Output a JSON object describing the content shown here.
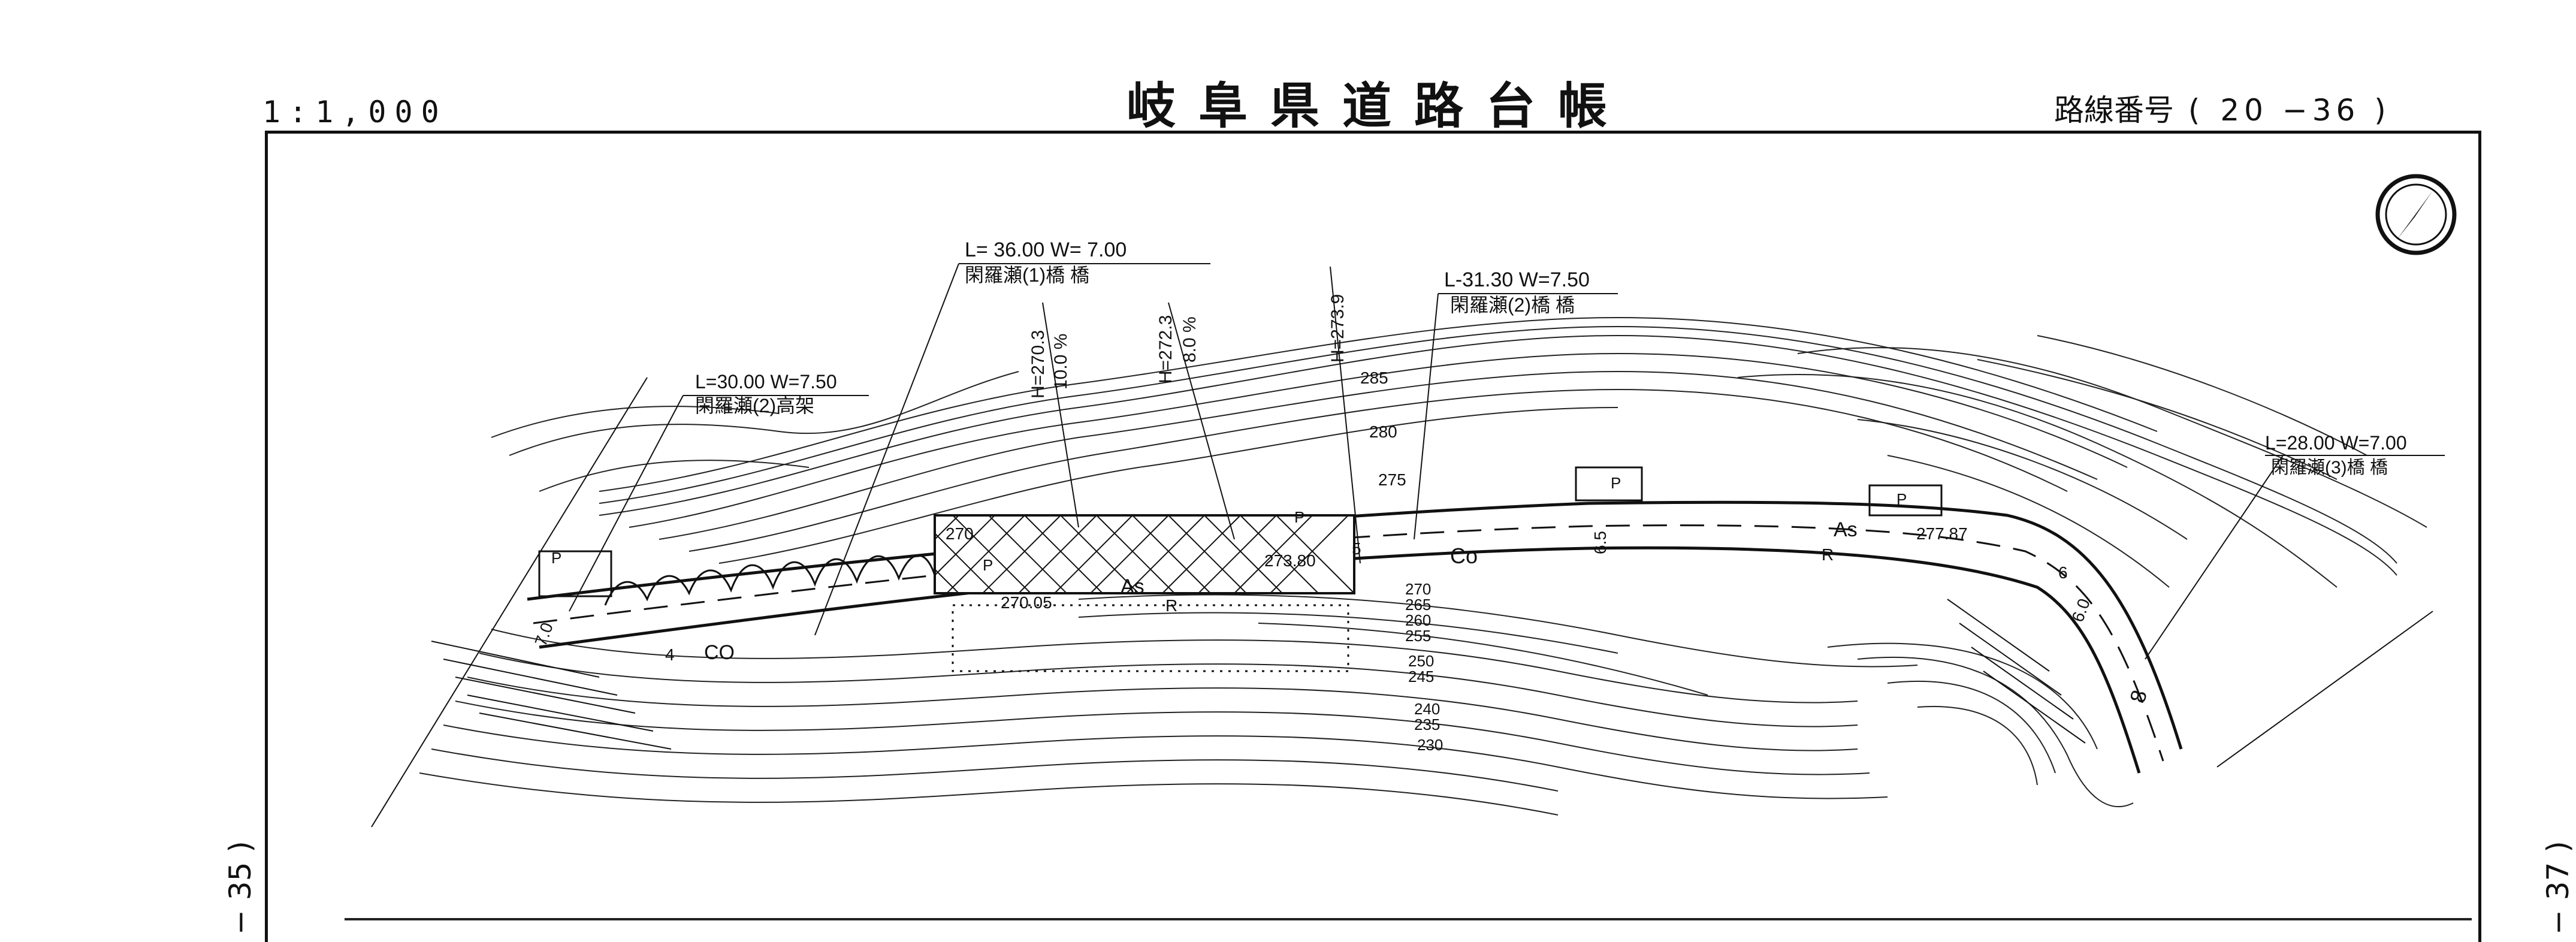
{
  "header": {
    "title": "岐阜県道路台帳",
    "scale": "1:1,000",
    "route_label": "路線番号",
    "route_paren_open": "(",
    "route_number": "20 −36",
    "route_paren_close": ")"
  },
  "page_refs": {
    "left": "− 35 )",
    "right": "− 37 )"
  },
  "map_labels": {
    "bridge_1_dims": "L= 36.00  W= 7.00",
    "bridge_1_name": "閑羅瀬(1)橋 橋",
    "elevated_dims": "L=30.00  W=7.50",
    "elevated_name": "閑羅瀬(2)高架",
    "bridge_2_dims": "L-31.30  W=7.50",
    "bridge_2_name": "閑羅瀬(2)橋 橋",
    "bridge_3_dims": "L=28.00  W=7.00",
    "bridge_3_name": "閑羅瀬(3)橋 橋",
    "h1": "H=270.3",
    "h1_grade": "10.0 %",
    "h2": "H=272.3",
    "h2_grade": "8.0 %",
    "h3": "H=273.9",
    "spot_1": "270.05",
    "spot_2": "273.80",
    "spot_3": "277.87",
    "surface_as": "As",
    "surface_co": "Co",
    "surface_co_left": "CO",
    "surface_r": "R",
    "parking": "P",
    "width_4": "4",
    "width_7": "7.0",
    "width_5": "5",
    "width_65": "6.5",
    "width_6": "6",
    "width_6b": "6.0",
    "width_8": "8",
    "contours": [
      "285",
      "280",
      "275",
      "270",
      "270",
      "265",
      "260",
      "255",
      "250",
      "245",
      "240",
      "235",
      "230"
    ]
  }
}
